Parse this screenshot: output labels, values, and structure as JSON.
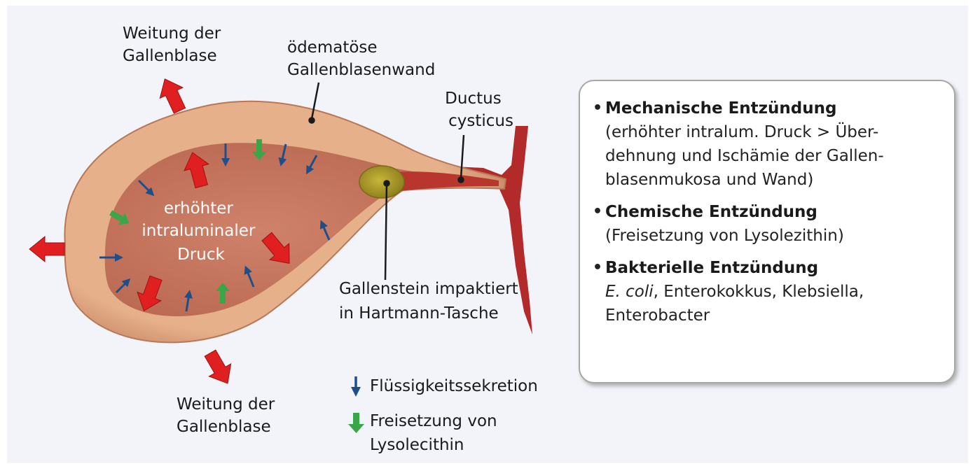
{
  "diagram": {
    "labels": {
      "weitung_top": [
        "Weitung der",
        "Gallenblase"
      ],
      "wall": [
        "ödematöse",
        "Gallenblasenwand"
      ],
      "ductus": [
        "Ductus",
        "cysticus"
      ],
      "pressure": [
        "erhöhter",
        "intraluminaler",
        "Druck"
      ],
      "stone": [
        "Gallenstein impaktiert",
        "in Hartmann-Tasche"
      ],
      "weitung_bottom": [
        "Weitung der",
        "Gallenblase"
      ]
    },
    "legend": {
      "fluid": "Flüssigkeitssekretion",
      "lyso": [
        "Freisetzung von",
        "Lysolecithin"
      ]
    }
  },
  "box": {
    "items": [
      {
        "bullet": "•",
        "title": "Mechanische Entzündung",
        "lines": [
          "(erhöhter intralum. Druck > Über-",
          "dehnung und Ischämie der Gallen-",
          "blasenmukosa und Wand)"
        ]
      },
      {
        "bullet": "•",
        "title": "Chemische Entzündung",
        "lines": [
          "(Freisetzung von Lysolezithin)"
        ]
      },
      {
        "bullet": "•",
        "title": "Bakterielle Entzündung",
        "italic_prefix": "E. coli",
        "line1_rest": ", Enterokokkus, Klebsiella,",
        "line2": "Enterobacter"
      }
    ]
  },
  "colors": {
    "background": "#f2f4f9",
    "wall": "#dda07a",
    "lumen": "#c8755e",
    "duct": "#b32828",
    "stone": "#a89a28",
    "pressure_arrow": "#e02020",
    "fluid_arrow": "#1f4f8a",
    "lyso_arrow": "#3aa64a"
  }
}
